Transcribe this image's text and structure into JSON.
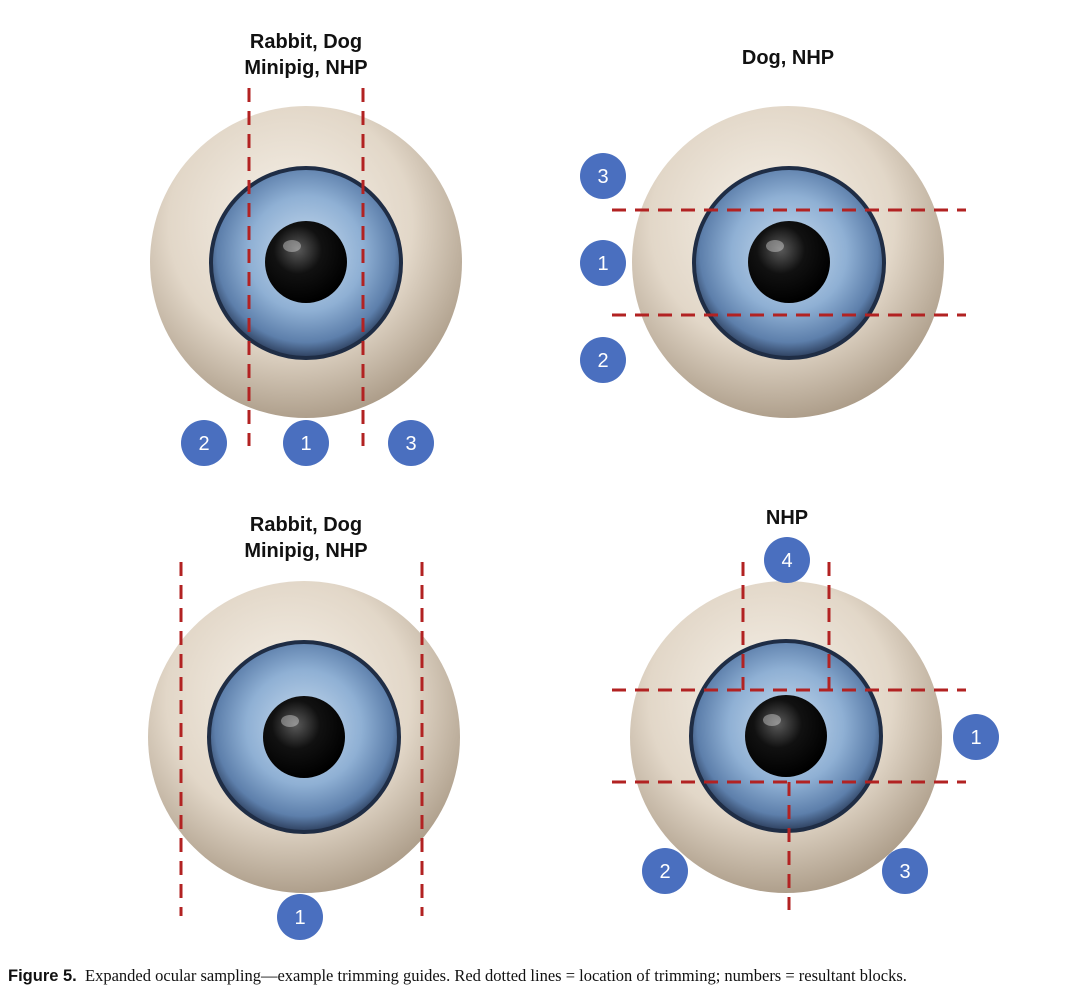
{
  "panels": [
    {
      "title_lines": [
        "Rabbit, Dog",
        "Minipig, NHP"
      ],
      "block_labels": [
        "2",
        "1",
        "3"
      ]
    },
    {
      "title_lines": [
        "Dog, NHP"
      ],
      "block_labels": [
        "3",
        "1",
        "2"
      ]
    },
    {
      "title_lines": [
        "Rabbit, Dog",
        "Minipig, NHP"
      ],
      "block_labels": [
        "1"
      ]
    },
    {
      "title_lines": [
        "NHP"
      ],
      "block_labels": [
        "4",
        "1",
        "2",
        "3"
      ]
    }
  ],
  "caption": {
    "label": "Figure 5.",
    "text": "Expanded ocular sampling—example trimming guides. Red dotted lines = location of trimming; numbers = resultant blocks."
  },
  "colors": {
    "trim_line": "#b22222",
    "badge": "#4a6fbf",
    "iris": "#6f95c3",
    "sclera": "#e2d7c8"
  }
}
